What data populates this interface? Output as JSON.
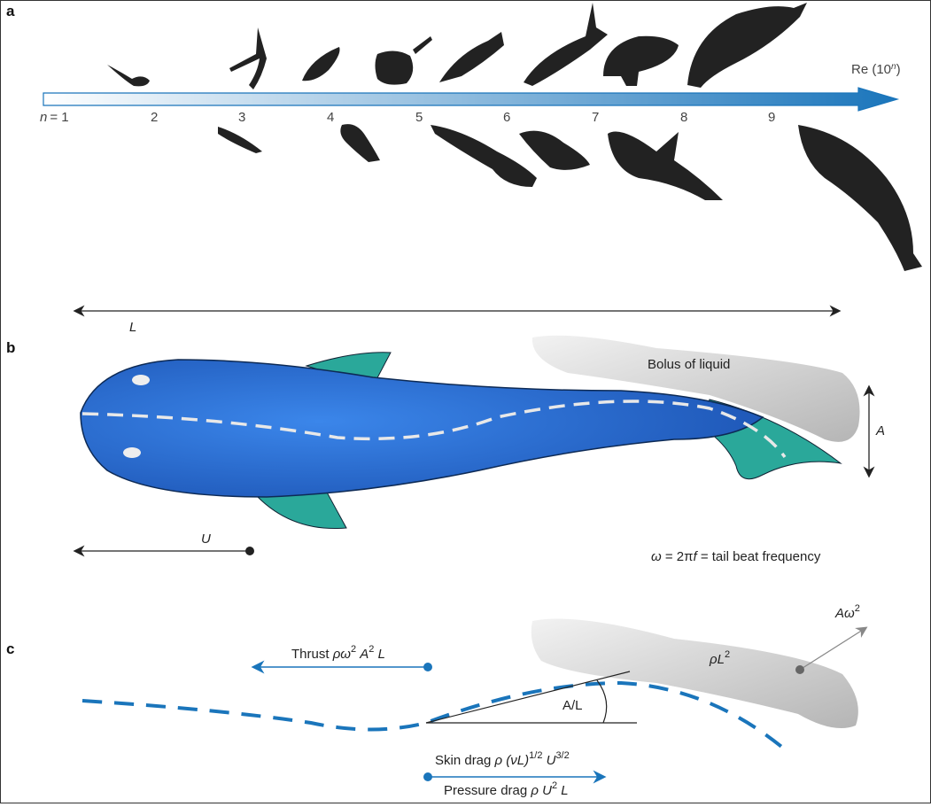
{
  "panels": {
    "a": "a",
    "b": "b",
    "c": "c"
  },
  "panel_a": {
    "axis_label": "Re (10",
    "axis_label_sup": "n",
    "axis_label_close": ")",
    "n_prefix": "n",
    "ticks": [
      "= 1",
      "2",
      "3",
      "4",
      "5",
      "6",
      "7",
      "8",
      "9"
    ],
    "arrow_gradient": [
      "#ffffff",
      "#1a75bb"
    ]
  },
  "panel_b": {
    "length_label": "L",
    "speed_label": "U",
    "bolus_label": "Bolus of liquid",
    "amplitude_label": "A",
    "freq_omega": "ω",
    "freq_rest": " = 2π",
    "freq_f": "f",
    "freq_desc": " = tail beat frequency",
    "fish_color": "#2a6fd6"
  },
  "panel_c": {
    "thrust": "Thrust ",
    "thrust_formula": "ρω",
    "thrust_sup1": "2",
    "thrust_A": " A",
    "thrust_sup2": "2",
    "thrust_L": " L",
    "angle_label": "A/L",
    "mass_rho": "ρL",
    "mass_sup": "2",
    "accel": "Aω",
    "accel_sup": "2",
    "skin_drag": "Skin drag ",
    "skin_rho": "ρ",
    "skin_mid": " (νL)",
    "skin_sup1": "1/2",
    "skin_U": " U",
    "skin_sup2": "3/2",
    "pressure_drag": "Pressure drag ",
    "pressure_rho": "ρ U",
    "pressure_sup": "2",
    "pressure_L": " L",
    "accent": "#1a75bb"
  }
}
